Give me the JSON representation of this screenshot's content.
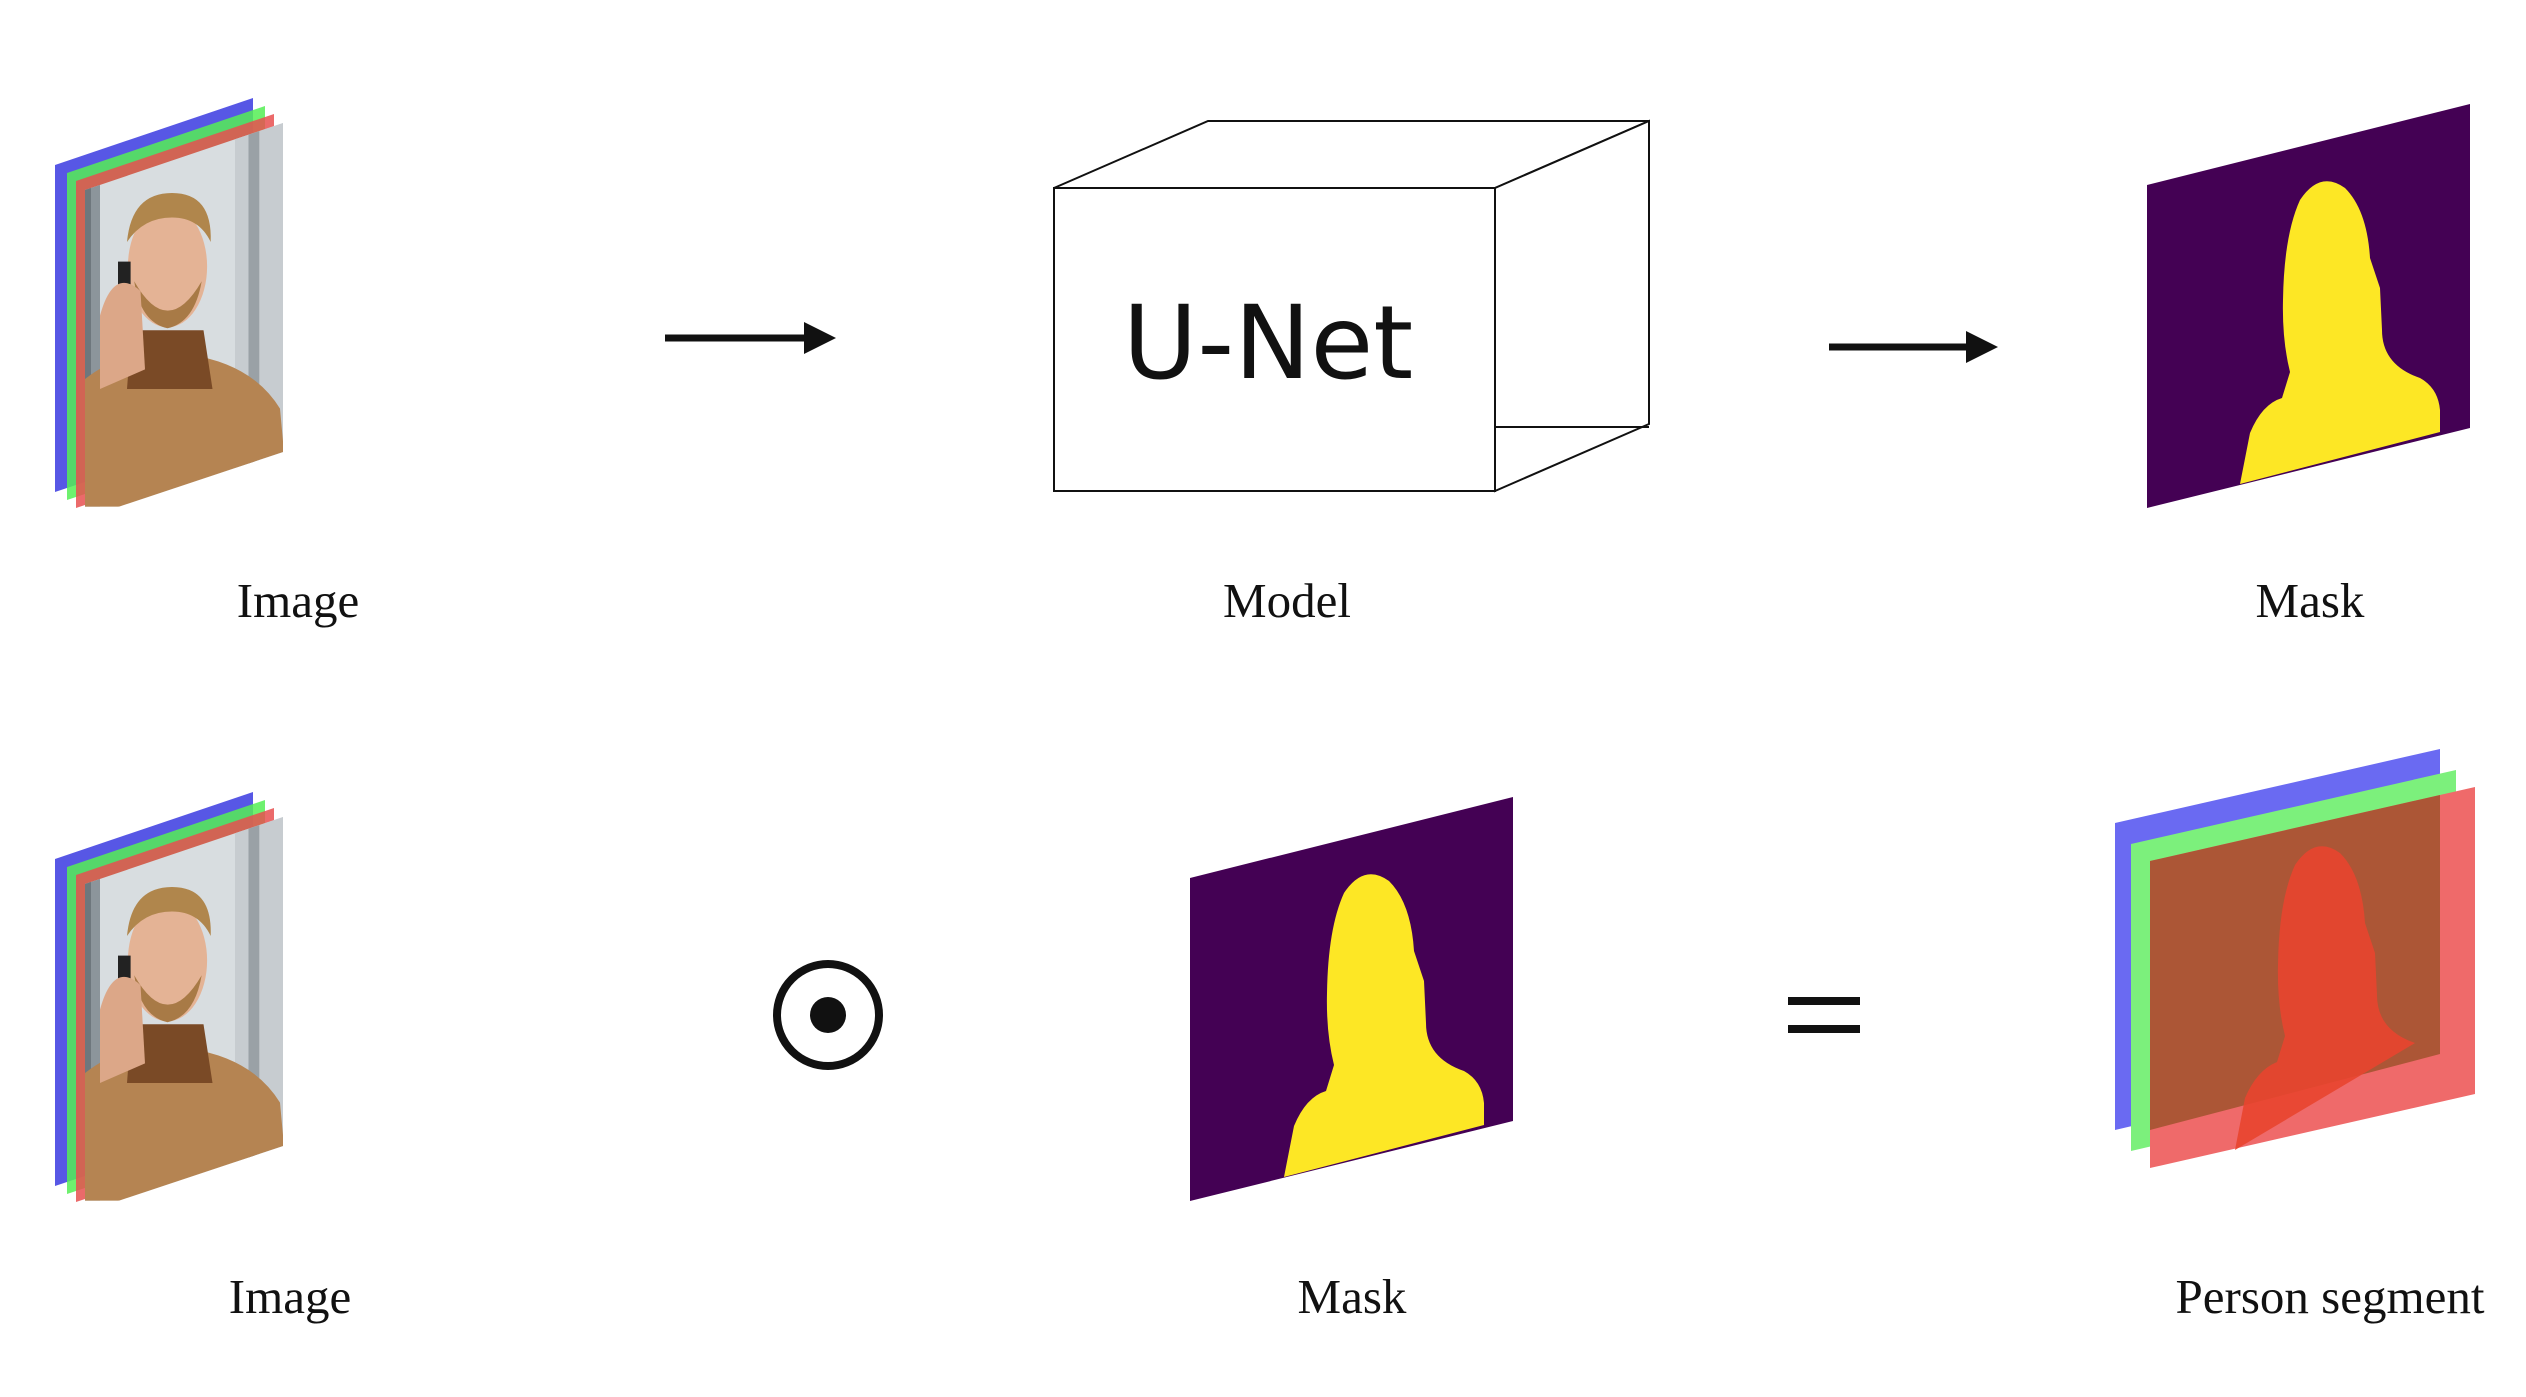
{
  "diagram": {
    "row1": {
      "image_label": "Image",
      "model_label": "Model",
      "model_name": "U-Net",
      "mask_label": "Mask"
    },
    "row2": {
      "image_label": "Image",
      "operator_symbol": "⊙",
      "mask_label": "Mask",
      "equals_symbol": "=",
      "result_label": "Person segment"
    }
  },
  "colors": {
    "channel_blue": "#3a3ae0",
    "channel_green": "#55ee55",
    "channel_red": "#e85050",
    "mask_background": "#440154",
    "mask_foreground": "#fde725",
    "line": "#111111"
  },
  "icons": [
    "rgb-image-stack-icon",
    "arrow-right-icon",
    "cuboid-icon",
    "hadamard-product-icon",
    "equals-icon"
  ]
}
